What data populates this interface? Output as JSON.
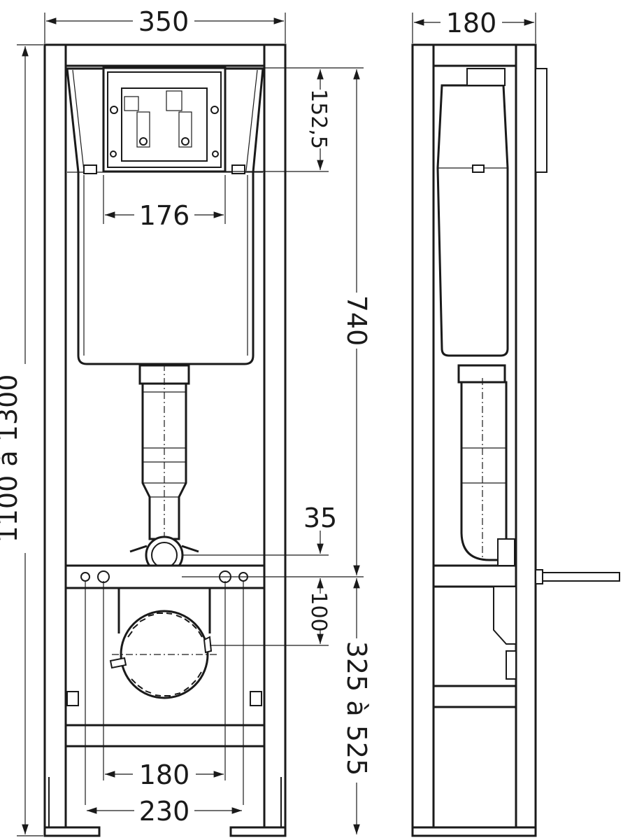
{
  "dimensions": {
    "front_width": "350",
    "side_depth": "180",
    "top_panel_height": "152,5",
    "panel_width": "176",
    "cistern_to_flange": "740",
    "total_height": "1100 à 1300",
    "pipe_diameter": "35",
    "flange_drop": "100",
    "floor_to_flange": "325 à 525",
    "stud_spacing_inner": "180",
    "stud_spacing_outer": "230"
  }
}
